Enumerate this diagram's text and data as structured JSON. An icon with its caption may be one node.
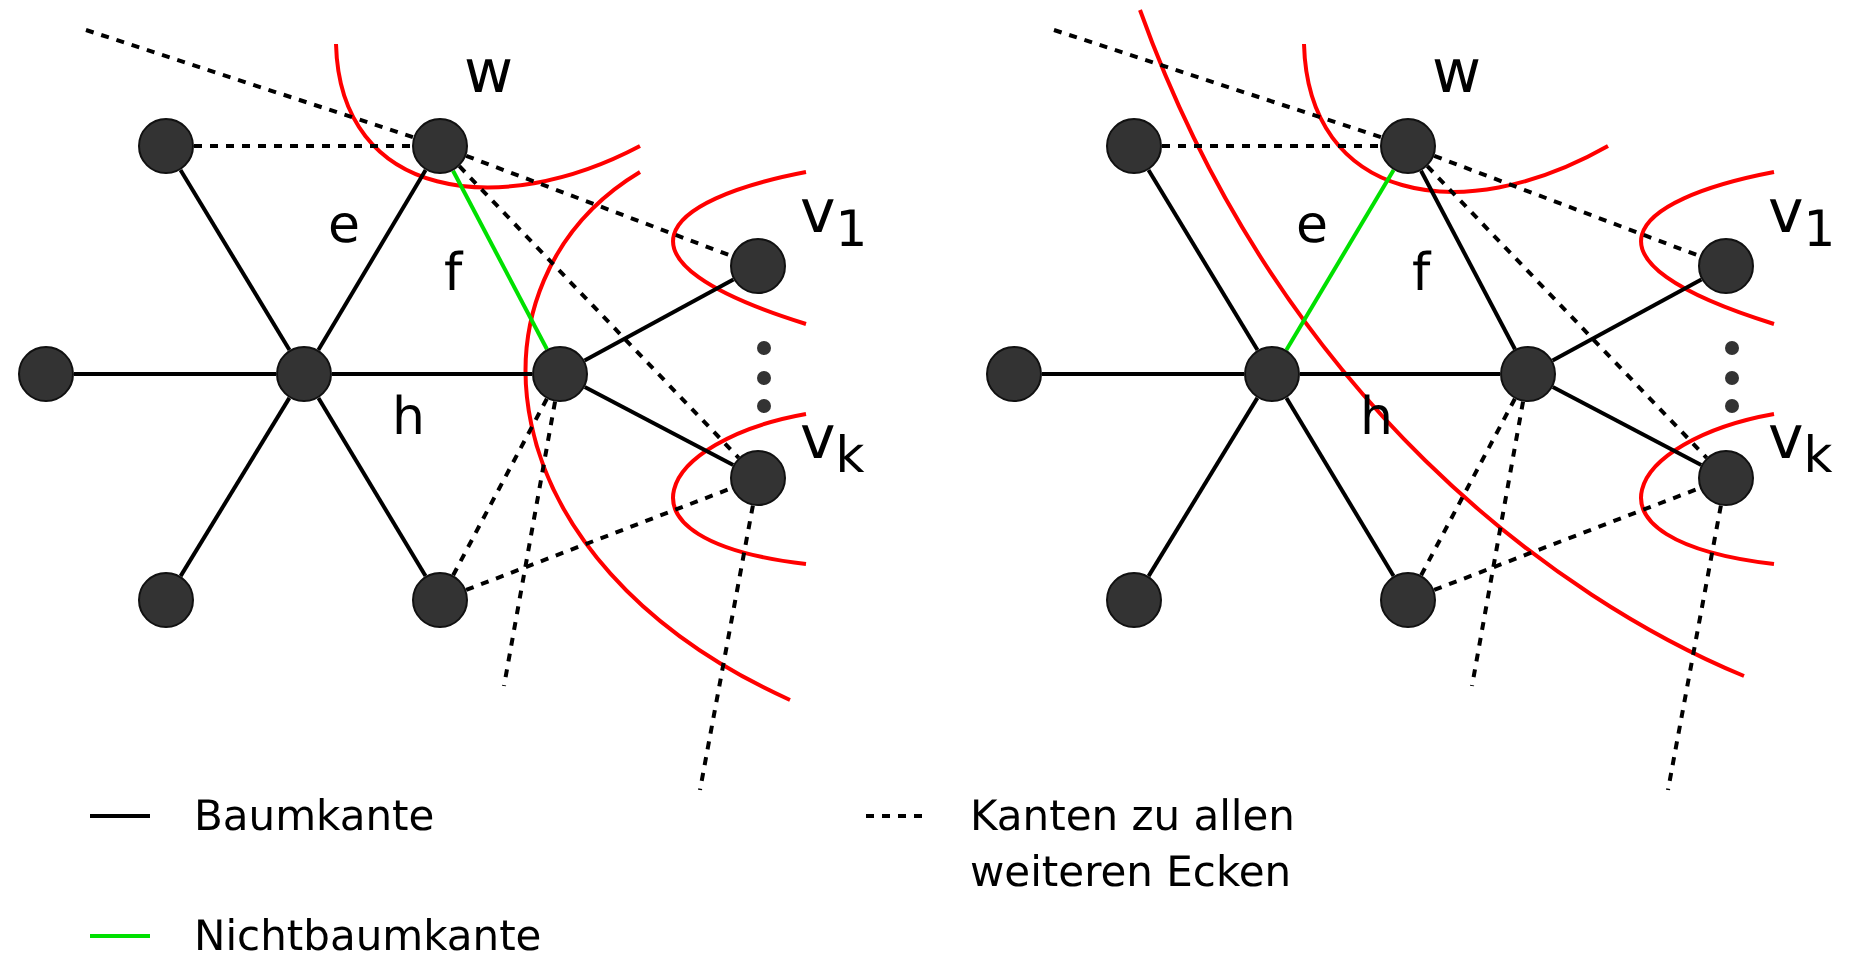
{
  "diagram": {
    "nodes": [
      {
        "text": [],
        "shape": "circle"
      },
      {
        "text": [],
        "shape": "circle",
        "beside": [
          "w"
        ]
      },
      {
        "text": [],
        "shape": "circle"
      },
      {
        "text": [],
        "shape": "circle"
      },
      {
        "text": [],
        "shape": "circle"
      },
      {
        "text": [],
        "shape": "circle"
      },
      {
        "text": [],
        "shape": "circle"
      },
      {
        "text": [],
        "shape": "circle",
        "beside": [
          "v$_{1}$"
        ]
      },
      {
        "text": [],
        "shape": "circle",
        "beside": [
          "v$_{k}$"
        ]
      },
      {
        "text": [],
        "shape": "circle"
      },
      {
        "text": [],
        "shape": "circle",
        "beside": [
          "w"
        ]
      },
      {
        "text": [],
        "shape": "circle"
      },
      {
        "text": [],
        "shape": "circle"
      },
      {
        "text": [],
        "shape": "circle"
      },
      {
        "text": [],
        "shape": "circle"
      },
      {
        "text": [],
        "shape": "circle"
      },
      {
        "text": [],
        "shape": "circle",
        "beside": [
          "v$_{1}$"
        ]
      },
      {
        "text": [],
        "shape": "circle",
        "beside": [
          "v$_{k}$"
        ]
      }
    ],
    "edges": [
      {
        "from": 3,
        "to": 0,
        "arrow": "none"
      },
      {
        "from": 3,
        "to": 1,
        "arrow": "none",
        "label": "e"
      },
      {
        "from": 3,
        "to": 2,
        "arrow": "none"
      },
      {
        "from": 3,
        "to": 4,
        "arrow": "none"
      },
      {
        "from": 3,
        "to": 5,
        "arrow": "none"
      },
      {
        "from": 3,
        "to": 6,
        "arrow": "none",
        "label": "h"
      },
      {
        "from": 6,
        "to": 7,
        "arrow": "none"
      },
      {
        "from": 6,
        "to": 8,
        "arrow": "none"
      },
      {
        "from": 1,
        "to": 6,
        "arrow": "none",
        "label": "f",
        "color": "#00e000"
      },
      {
        "from": 0,
        "to": 1,
        "arrow": "none",
        "style": "dashed"
      },
      {
        "from": null,
        "to": 1,
        "arrow": "none",
        "style": "dashed"
      },
      {
        "from": 1,
        "to": 7,
        "arrow": "none",
        "style": "dashed"
      },
      {
        "from": 1,
        "to": 8,
        "arrow": "none",
        "style": "dashed"
      },
      {
        "from": 5,
        "to": 6,
        "arrow": "none",
        "style": "dashed"
      },
      {
        "from": 6,
        "to": null,
        "arrow": "none",
        "style": "dashed"
      },
      {
        "from": 5,
        "to": 8,
        "arrow": "none",
        "style": "dashed"
      },
      {
        "from": 8,
        "to": null,
        "arrow": "none",
        "style": "dashed"
      },
      {
        "from": 12,
        "to": 9,
        "arrow": "none"
      },
      {
        "from": 12,
        "to": 10,
        "arrow": "none",
        "label": "e",
        "color": "#00e000"
      },
      {
        "from": 12,
        "to": 11,
        "arrow": "none"
      },
      {
        "from": 12,
        "to": 13,
        "arrow": "none"
      },
      {
        "from": 12,
        "to": 14,
        "arrow": "none"
      },
      {
        "from": 12,
        "to": 15,
        "arrow": "none",
        "label": "h"
      },
      {
        "from": 15,
        "to": 16,
        "arrow": "none"
      },
      {
        "from": 15,
        "to": 17,
        "arrow": "none"
      },
      {
        "from": 10,
        "to": 15,
        "arrow": "none",
        "label": "f"
      },
      {
        "from": 9,
        "to": 10,
        "arrow": "none",
        "style": "dashed"
      },
      {
        "from": null,
        "to": 10,
        "arrow": "none",
        "style": "dashed"
      },
      {
        "from": 10,
        "to": 16,
        "arrow": "none",
        "style": "dashed"
      },
      {
        "from": 10,
        "to": 17,
        "arrow": "none",
        "style": "dashed"
      },
      {
        "from": 14,
        "to": 15,
        "arrow": "none",
        "style": "dashed"
      },
      {
        "from": 15,
        "to": null,
        "arrow": "none",
        "style": "dashed"
      },
      {
        "from": 14,
        "to": 17,
        "arrow": "none",
        "style": "dashed"
      },
      {
        "from": 17,
        "to": null,
        "arrow": "none",
        "style": "dashed"
      }
    ],
    "legend": [
      {
        "text": "Baumkante"
      },
      {
        "text": "Nichtbaumkante"
      },
      {
        "text": "Kanten zu allen weiteren Ecken"
      }
    ]
  }
}
